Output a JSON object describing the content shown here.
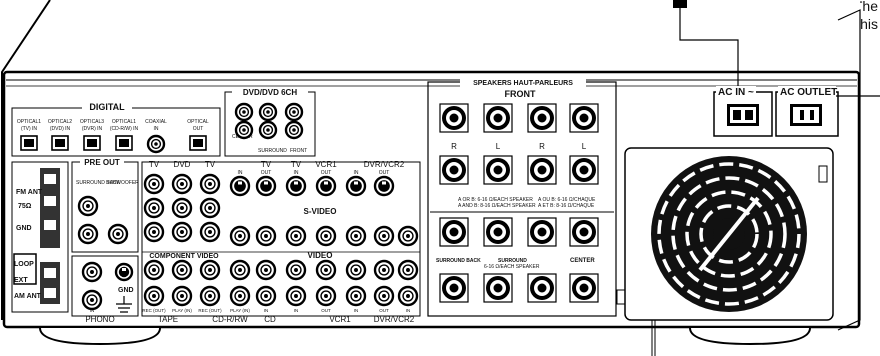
{
  "corner_text": [
    "The",
    "this"
  ],
  "sections": {
    "digital": "DIGITAL",
    "dvd": "DVD/DVD 6CH",
    "speakers": "SPEAKERS HAUT-PARLEURS",
    "front": "FRONT",
    "pre_out": "PRE OUT",
    "svideo": "S-VIDEO",
    "component_video": "COMPONENT VIDEO",
    "video": "VIDEO",
    "ac_in": "AC IN ~",
    "ac_outlet": "AC OUTLET"
  },
  "digital_inputs": [
    "OPTICAL1 (TV) IN",
    "OPTICAL2 (DVD) IN",
    "OPTICAL3 (DVR) IN",
    "OPTICAL1 (CD-R/W) IN",
    "COAXIAL IN",
    "OPTICAL OUT"
  ],
  "dvd_labels": [
    "CENTER",
    "SURROUND",
    "FRONT"
  ],
  "pre_out_labels": [
    "SURROUND BACK",
    "SUBWOOFER"
  ],
  "video_headers": [
    "TV",
    "DVD",
    "TV",
    "TV",
    "TV",
    "VCR1",
    "DVR/VCR2"
  ],
  "video_sub": [
    "IN",
    "OUT",
    "IN",
    "OUT",
    "IN",
    "OUT"
  ],
  "speaker_letters": [
    "R",
    "L",
    "R",
    "L"
  ],
  "speaker_notes": [
    "A OR B: 6-16 Ω/EACH SPEAKER",
    "A AND B: 8-16 Ω/EACH SPEAKER",
    "A OU B: 6-16 Ω/CHAQUE",
    "A ET B: 8-16 Ω/CHAQUE"
  ],
  "surround": {
    "back": "SURROUND BACK",
    "mid": "SURROUND",
    "center": "CENTER",
    "note": "6-16 Ω/EACH SPEAKER"
  },
  "antenna": [
    "FM ANT",
    "75Ω",
    "GND",
    "LOOP",
    "EXT",
    "AM ANT"
  ],
  "bottom_labels": [
    "PHONO",
    "TAPE",
    "CD-R/RW",
    "CD",
    "VCR1",
    "DVR/VCR2"
  ],
  "bottom_sub": [
    "IN",
    "REC (OUT)",
    "PLAY (IN)",
    "REC (OUT)",
    "PLAY (IN)",
    "IN",
    "IN",
    "OUT",
    "IN",
    "OUT",
    "IN"
  ],
  "gnd": "GND"
}
